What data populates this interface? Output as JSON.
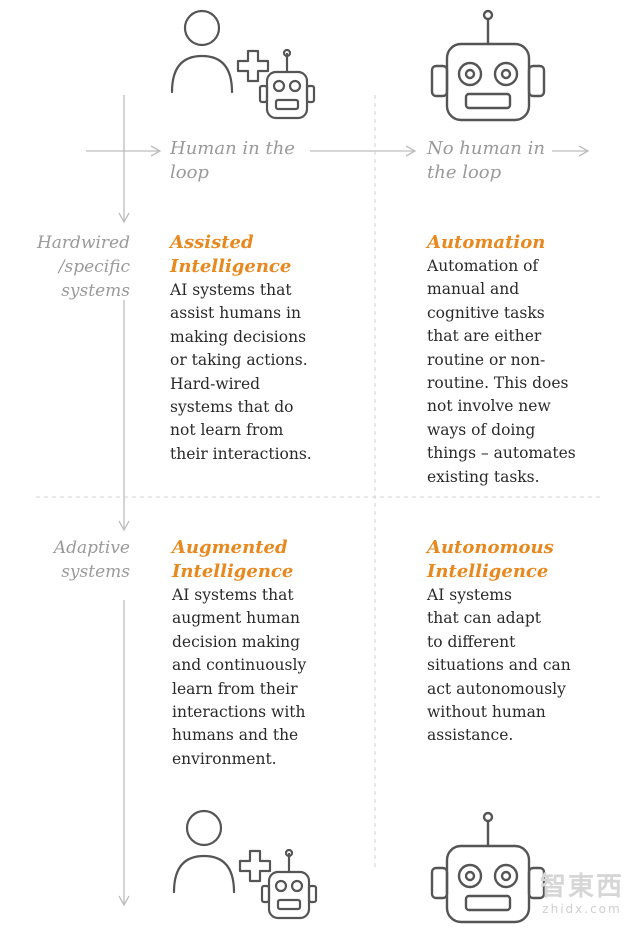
{
  "columns": [
    {
      "label_line1": "Human in the",
      "label_line2": "loop",
      "icon": "human-plus-robot-icon"
    },
    {
      "label_line1": "No human in",
      "label_line2": "the loop",
      "icon": "robot-icon"
    }
  ],
  "rows": [
    {
      "label_line1": "Hardwired",
      "label_line2": "/specific",
      "label_line3": "systems"
    },
    {
      "label_line1": "Adaptive",
      "label_line2": "systems"
    }
  ],
  "quadrants": {
    "assisted": {
      "title_line1": "Assisted",
      "title_line2": "Intelligence",
      "body": [
        "AI systems that",
        "assist humans in",
        "making decisions",
        "or taking actions.",
        "Hard-wired",
        "systems that do",
        "not learn from",
        "their interactions."
      ]
    },
    "automation": {
      "title_line1": "Automation",
      "body": [
        "Automation of",
        "manual and",
        "cognitive tasks",
        "that are either",
        "routine or non-",
        "routine. This does",
        "not involve new",
        "ways of doing",
        "things – automates",
        "existing tasks."
      ]
    },
    "augmented": {
      "title_line1": "Augmented",
      "title_line2": "Intelligence",
      "body": [
        "AI systems that",
        "augment human",
        "decision making",
        "and continuously",
        "learn from their",
        "interactions with",
        "humans and the",
        "environment."
      ]
    },
    "autonomous": {
      "title_line1": "Autonomous",
      "title_line2": "Intelligence",
      "body": [
        "AI systems",
        "that can adapt",
        "to different",
        "situations and can",
        "act autonomously",
        "without human",
        "assistance."
      ]
    }
  },
  "watermark": {
    "brand": "智東西",
    "sub": "zhidx.com"
  },
  "colors": {
    "accent": "#e8891f",
    "muted": "#9a9a9a",
    "body": "#2a2a2a",
    "line": "#bdbdbd"
  }
}
